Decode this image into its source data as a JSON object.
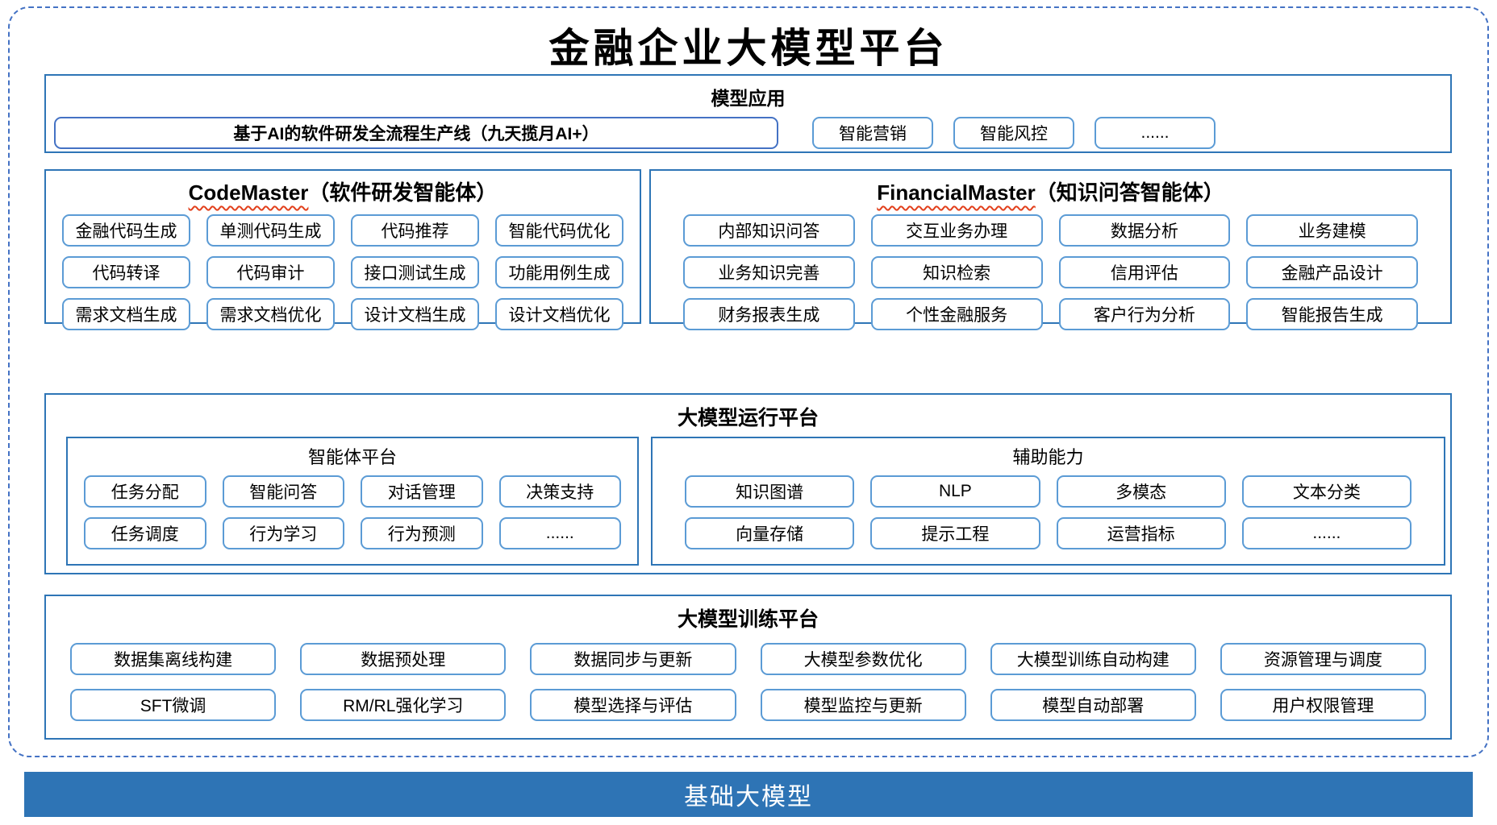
{
  "colors": {
    "accent": "#2E75B6",
    "chip_border": "#5B9BD5",
    "dashed_frame": "#4472C4",
    "foundation_bg": "#2E74B5",
    "spellcheck_squiggle": "#E2401C"
  },
  "page": {
    "title": "金融企业大模型平台"
  },
  "model_app": {
    "header": "模型应用",
    "wide_item": "基于AI的软件研发全流程生产线（九天揽月AI+）",
    "items": [
      "智能营销",
      "智能风控",
      "......"
    ]
  },
  "agents": [
    {
      "name_en": "CodeMaster",
      "name_suffix": "（软件研发智能体）",
      "items": [
        "金融代码生成",
        "单测代码生成",
        "代码推荐",
        "智能代码优化",
        "代码转译",
        "代码审计",
        "接口测试生成",
        "功能用例生成",
        "需求文档生成",
        "需求文档优化",
        "设计文档生成",
        "设计文档优化"
      ]
    },
    {
      "name_en": "FinancialMaster",
      "name_suffix": "（知识问答智能体）",
      "items": [
        "内部知识问答",
        "交互业务办理",
        "数据分析",
        "业务建模",
        "业务知识完善",
        "知识检索",
        "信用评估",
        "金融产品设计",
        "财务报表生成",
        "个性金融服务",
        "客户行为分析",
        "智能报告生成"
      ]
    }
  ],
  "runtime": {
    "header": "大模型运行平台",
    "subsections": [
      {
        "header": "智能体平台",
        "items": [
          "任务分配",
          "智能问答",
          "对话管理",
          "决策支持",
          "任务调度",
          "行为学习",
          "行为预测",
          "......"
        ]
      },
      {
        "header": "辅助能力",
        "items": [
          "知识图谱",
          "NLP",
          "多模态",
          "文本分类",
          "向量存储",
          "提示工程",
          "运营指标",
          "......"
        ]
      }
    ]
  },
  "training": {
    "header": "大模型训练平台",
    "items": [
      "数据集离线构建",
      "数据预处理",
      "数据同步与更新",
      "大模型参数优化",
      "大模型训练自动构建",
      "资源管理与调度",
      "SFT微调",
      "RM/RL强化学习",
      "模型选择与评估",
      "模型监控与更新",
      "模型自动部署",
      "用户权限管理"
    ]
  },
  "foundation": {
    "label": "基础大模型"
  }
}
